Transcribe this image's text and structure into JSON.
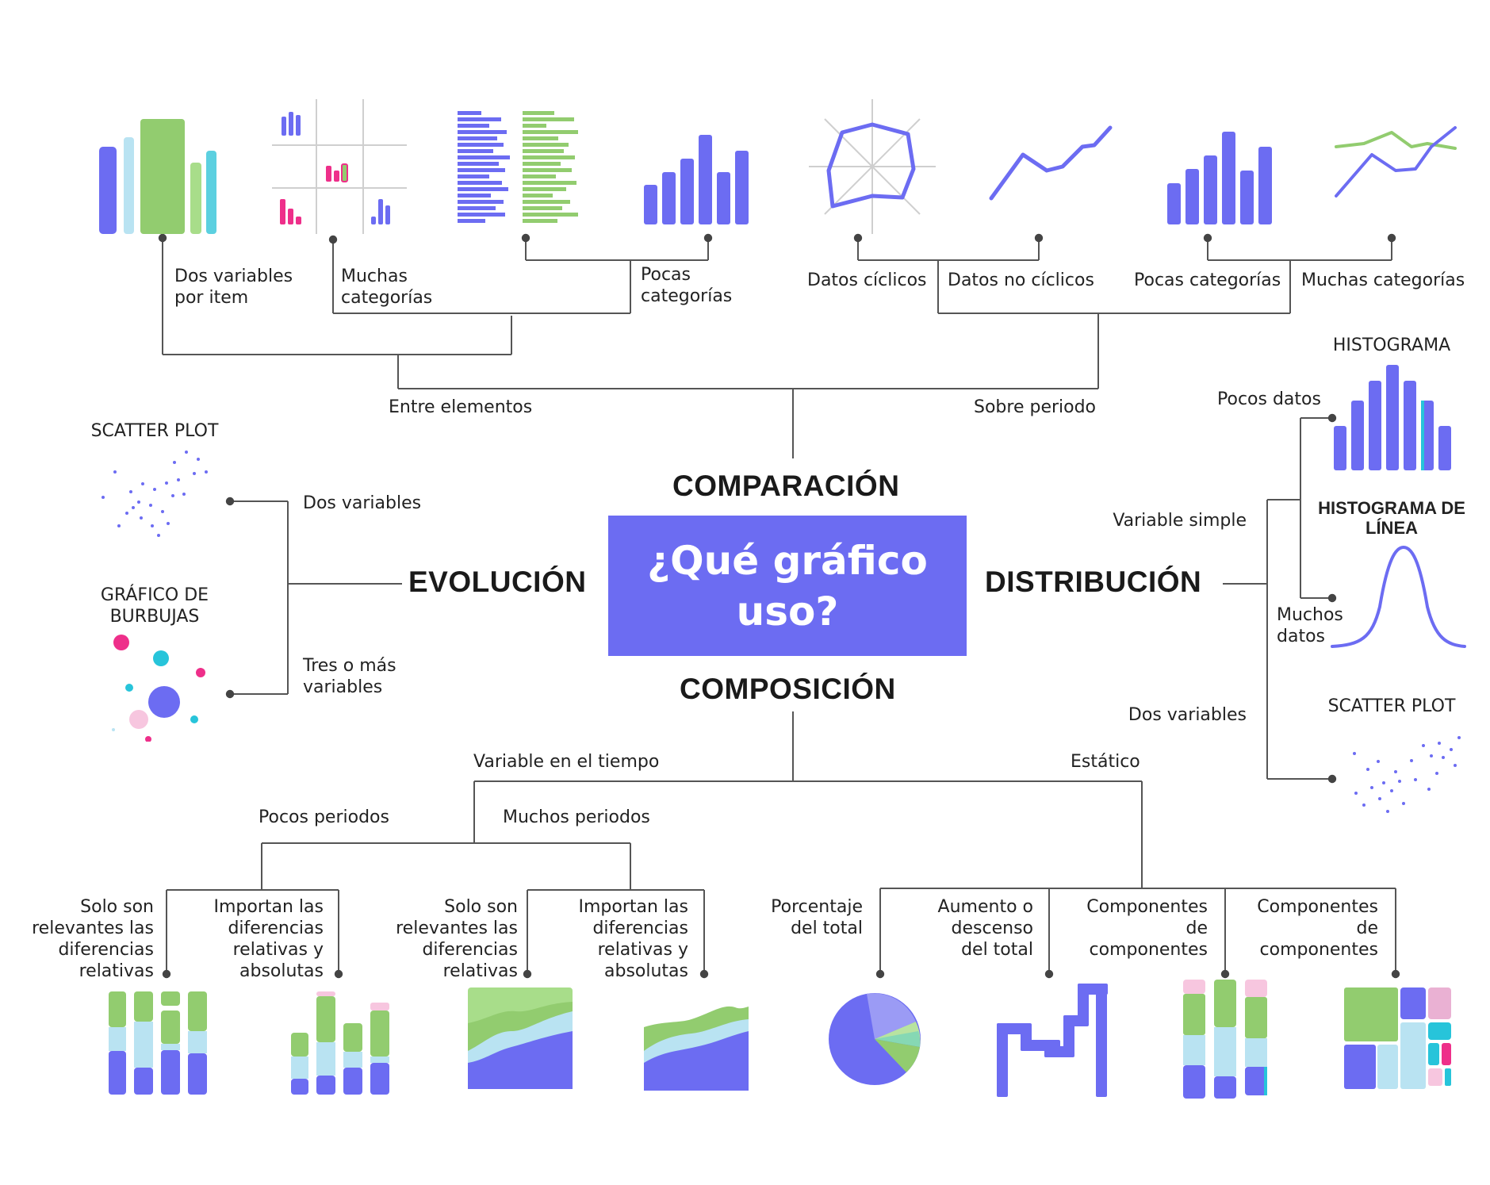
{
  "center": {
    "title": "¿Qué gráfico uso?"
  },
  "colors": {
    "purple": "#6c6cf2",
    "green": "#92cc6f",
    "lightblue": "#b9e3f2",
    "cyan": "#27c4da",
    "pink": "#ee2f8a",
    "lightpink": "#f7c6df"
  },
  "headings": {
    "comparacion": "COMPARACIÓN",
    "evolucion": "EVOLUCIÓN",
    "distribucion": "DISTRIBUCIÓN",
    "composicion": "COMPOSICIÓN"
  },
  "comparacion": {
    "entre": "Entre elementos",
    "sobre": "Sobre periodo",
    "dos_vars_1": "Dos variables",
    "dos_vars_2": "por item",
    "muchas_1": "Muchas",
    "muchas_2": "categorías",
    "pocas_1": "Pocas",
    "pocas_2": "categorías",
    "ciclicos": "Datos cíclicos",
    "no_ciclicos": "Datos no cíclicos",
    "pocas_cat": "Pocas categorías",
    "muchas_cat": "Muchas categorías"
  },
  "evolucion": {
    "scatter_title": "SCATTER PLOT",
    "dos_variables": "Dos variables",
    "burbujas_1": "GRÁFICO DE",
    "burbujas_2": "BURBUJAS",
    "tres_1": "Tres o más",
    "tres_2": "variables"
  },
  "distribucion": {
    "histograma": "HISTOGRAMA",
    "pocos_datos": "Pocos datos",
    "variable_simple": "Variable simple",
    "hist_linea_1": "HISTOGRAMA DE",
    "hist_linea_2": "LÍNEA",
    "muchos_1": "Muchos",
    "muchos_2": "datos",
    "dos_variables": "Dos variables",
    "scatter_title": "SCATTER PLOT"
  },
  "composicion": {
    "tiempo": "Variable en el tiempo",
    "estatico": "Estático",
    "pocos_periodos": "Pocos periodos",
    "muchos_periodos": "Muchos periodos",
    "solo1": [
      "Solo son",
      "relevantes las",
      "diferencias",
      "relativas"
    ],
    "imp1": [
      "Importan las",
      "diferencias",
      "relativas y",
      "absolutas"
    ],
    "solo2": [
      "Solo son",
      "relevantes las",
      "diferencias",
      "relativas"
    ],
    "imp2": [
      "Importan las",
      "diferencias",
      "relativas y",
      "absolutas"
    ],
    "porcentaje": [
      "Porcentaje",
      "del total"
    ],
    "aumento": [
      "Aumento o",
      "descenso",
      "del total"
    ],
    "comp1": [
      "Componentes",
      "de",
      "componentes"
    ],
    "comp2": [
      "Componentes",
      "de",
      "componentes"
    ]
  }
}
